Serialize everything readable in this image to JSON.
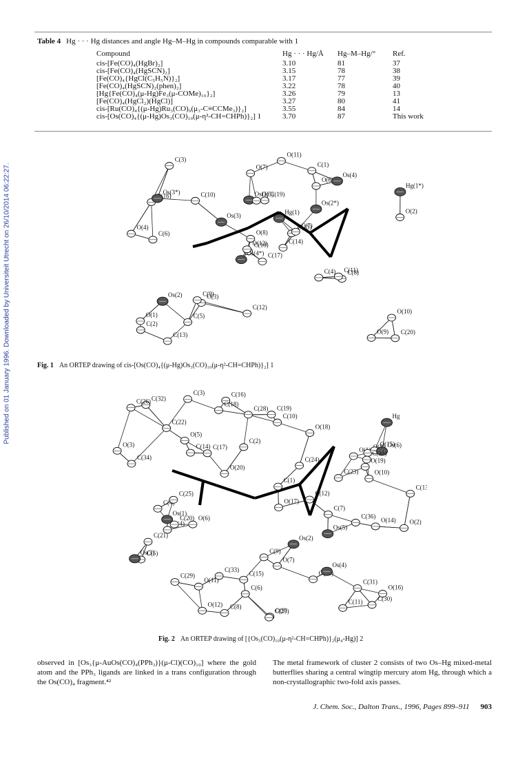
{
  "sidebar_note": "Published on 01 January 1996. Downloaded by Universiteit Utrecht on 26/10/2014 06:22:27.",
  "table": {
    "label": "Table 4",
    "title": "Hg · · · Hg distances and angle Hg–M–Hg in compounds comparable with 1",
    "columns": [
      "Compound",
      "Hg · · · Hg/Å",
      "Hg–M–Hg/°",
      "Ref."
    ],
    "rows": [
      [
        "cis-[Fe(CO)₄(HgBr)₂]",
        "3.10",
        "81",
        "37"
      ],
      [
        "cis-[Fe(CO)₄(HgSCN)₂]",
        "3.15",
        "78",
        "38"
      ],
      [
        "[Fe(CO)₄{HgCl(C₅H₅N)}₂]",
        "3.17",
        "77",
        "39"
      ],
      [
        "[Fe(CO)₄(HgSCN)₂(phen)₂]",
        "3.22",
        "78",
        "40"
      ],
      [
        "[Hg{Fe(CO)₄(μ-Hg)Fe₃(μ-COMe)₁₀}₂]",
        "3.26",
        "79",
        "13"
      ],
      [
        "[Fe(CO)₄(HgCl₂)(HgCl)]",
        "3.27",
        "80",
        "41"
      ],
      [
        "cis-[Ru(CO)₄{(μ-Hg)Ru₃(CO)₉(μ₃-C≡CCMe₃)}₂]",
        "3.55",
        "84",
        "14"
      ],
      [
        "cis-[Os(CO)₄{(μ-Hg)Os₃(CO)₁₀(μ-η²-CH=CHPh)}₂] 1",
        "3.70",
        "87",
        "This work"
      ]
    ]
  },
  "fig1": {
    "label": "Fig. 1",
    "caption": "An ORTEP drawing of cis-[Os(CO)₄{(μ-Hg)Os₃(CO)₁₀(μ-η²-CH=CHPh)}₂] 1",
    "labels": [
      "C(17)",
      "C(16)",
      "C(18)",
      "O(1)",
      "C(15)",
      "O(3)",
      "C(1)",
      "C(19)",
      "O(6)",
      "C(14)",
      "C(3)",
      "C(20)",
      "C(6)",
      "Hg(1*)",
      "Os(4*)",
      "Os(2*)",
      "C(13)",
      "Os(1)",
      "Hg(1)",
      "Os(2)",
      "Os(3)",
      "C(2)",
      "C(5)",
      "O(5)",
      "C(7)",
      "C(8)",
      "Os(3*)",
      "O(7)",
      "O(4)",
      "C(4)",
      "O(2)",
      "O(12)",
      "C(12)",
      "O(8)",
      "C(10)",
      "Os(4)",
      "C(9)",
      "O(9)",
      "O(10)",
      "C(11)",
      "O(11)"
    ]
  },
  "fig2": {
    "label": "Fig. 2",
    "caption": "An ORTEP drawing of [{Os₃(CO)₁₀(μ-η²-CH=CHPh)}₂(μ₄-Hg)] 2",
    "labels": [
      "O(2)",
      "O(13)",
      "O(1)",
      "C(2)",
      "O(5)",
      "O(12)",
      "C(1)",
      "O(16)",
      "C(13)",
      "C(12)",
      "O(3)",
      "C(3)",
      "C(5)",
      "O(14)",
      "C(16)",
      "Os(1)",
      "O(8)",
      "Os(4)",
      "C(14)",
      "O(6)",
      "Os(2)",
      "O(18)",
      "C(6)",
      "C(8)",
      "Os(5)",
      "C(7)",
      "C(18)",
      "C(11)",
      "C(15)",
      "O(15)",
      "C(4)",
      "Hg",
      "O(11)",
      "O(4)",
      "C(9)",
      "Os(6)",
      "C(20)",
      "O(9)",
      "Os(3)",
      "O(7)",
      "C(17)",
      "C(21)",
      "O(17)",
      "C(29)",
      "O(20)",
      "C(10)",
      "C(19)",
      "C(22)",
      "C(30)",
      "C(24)",
      "O(10)",
      "O(19)",
      "C(31)",
      "C(23)",
      "C(36)",
      "C(28)",
      "C(25)",
      "C(32)",
      "C(35)",
      "C(27)",
      "C(26)",
      "C(33)",
      "C(34)"
    ]
  },
  "body": {
    "left": "observed in [Os₃{μ-AuOs(CO)₄(PPh₃)}(μ-Cl)(CO)₁₀] where the gold atom and the PPh₃ ligands are linked in a trans configuration through the Os(CO)₄ fragment.⁴²",
    "right": "The metal framework of cluster 2 consists of two Os–Hg mixed-metal butterflies sharing a central wingtip mercury atom Hg, through which a non-crystallographic two-fold axis passes."
  },
  "footer": {
    "journal": "J. Chem. Soc., Dalton Trans., 1996, Pages 899–911",
    "page": "903"
  }
}
